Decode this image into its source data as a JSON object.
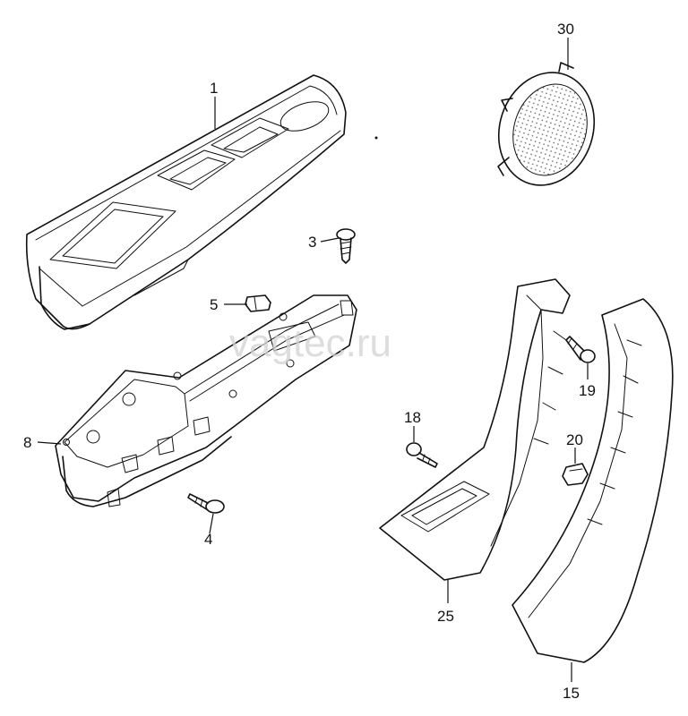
{
  "watermark": "vagtec.ru",
  "callouts": [
    "30",
    "1",
    "3",
    "5",
    "19",
    "8",
    "18",
    "20",
    "4",
    "25",
    "15"
  ]
}
